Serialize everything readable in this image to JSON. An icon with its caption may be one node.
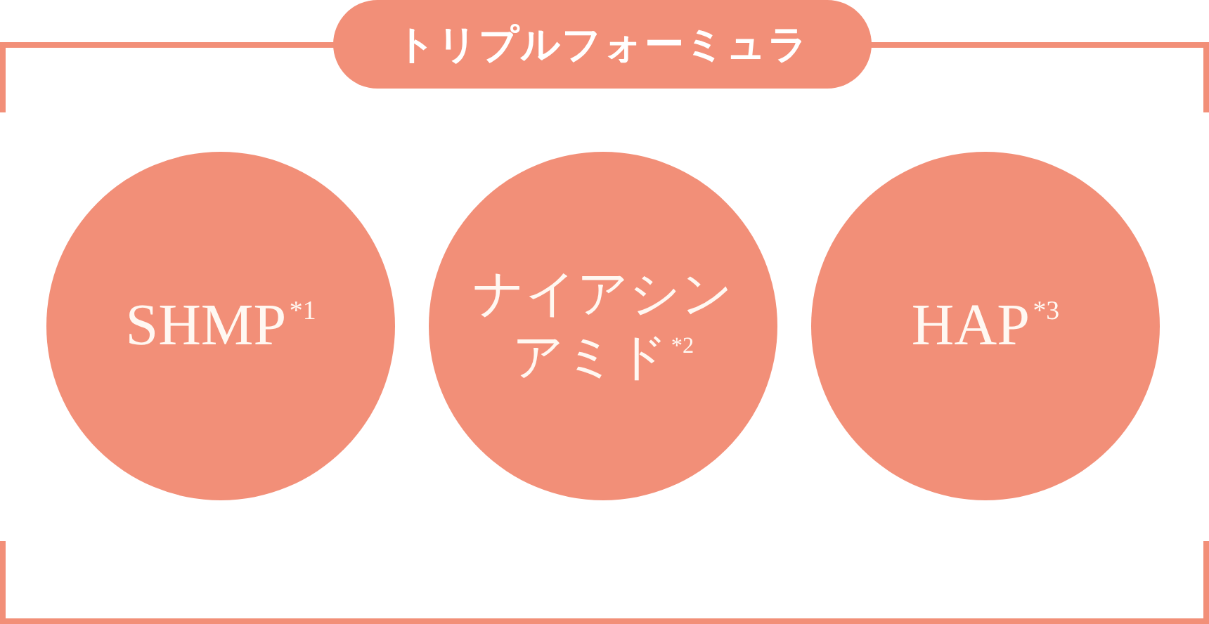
{
  "diagram": {
    "nodes": [
      {
        "text": [
          "トリプルフォーミュラ"
        ]
      },
      {
        "text": [
          "SHMP$^{*1}$"
        ],
        "in": 0
      },
      {
        "text": [
          "ナイアシンアミド$^{*2}$"
        ],
        "in": 0
      },
      {
        "text": [
          "HAP$^{*3}$"
        ],
        "in": 0
      }
    ]
  }
}
